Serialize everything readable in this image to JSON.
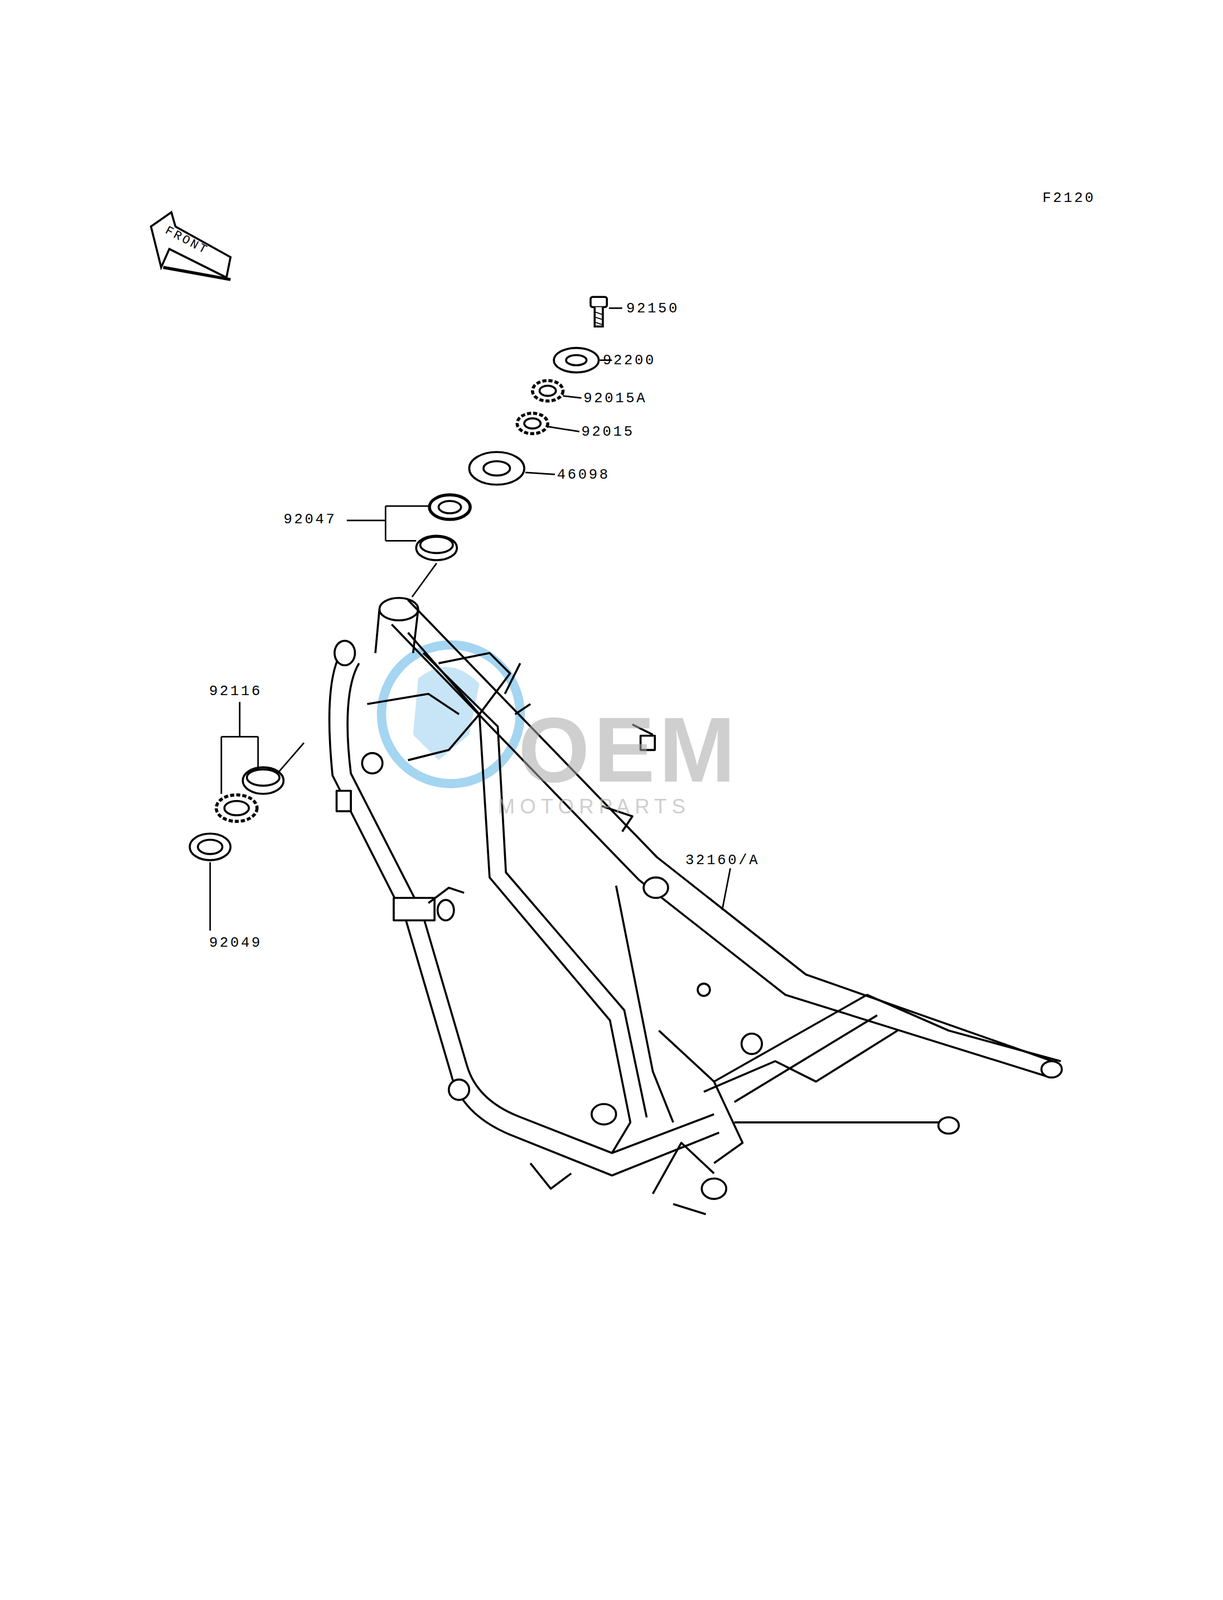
{
  "diagram": {
    "labels": [
      "F2120",
      "FRONT",
      "92150",
      "92200",
      "92015A",
      "92015",
      "46098",
      "92047",
      "92116",
      "92049",
      "32160/A",
      "OEM",
      "MOTORPARTS"
    ]
  }
}
